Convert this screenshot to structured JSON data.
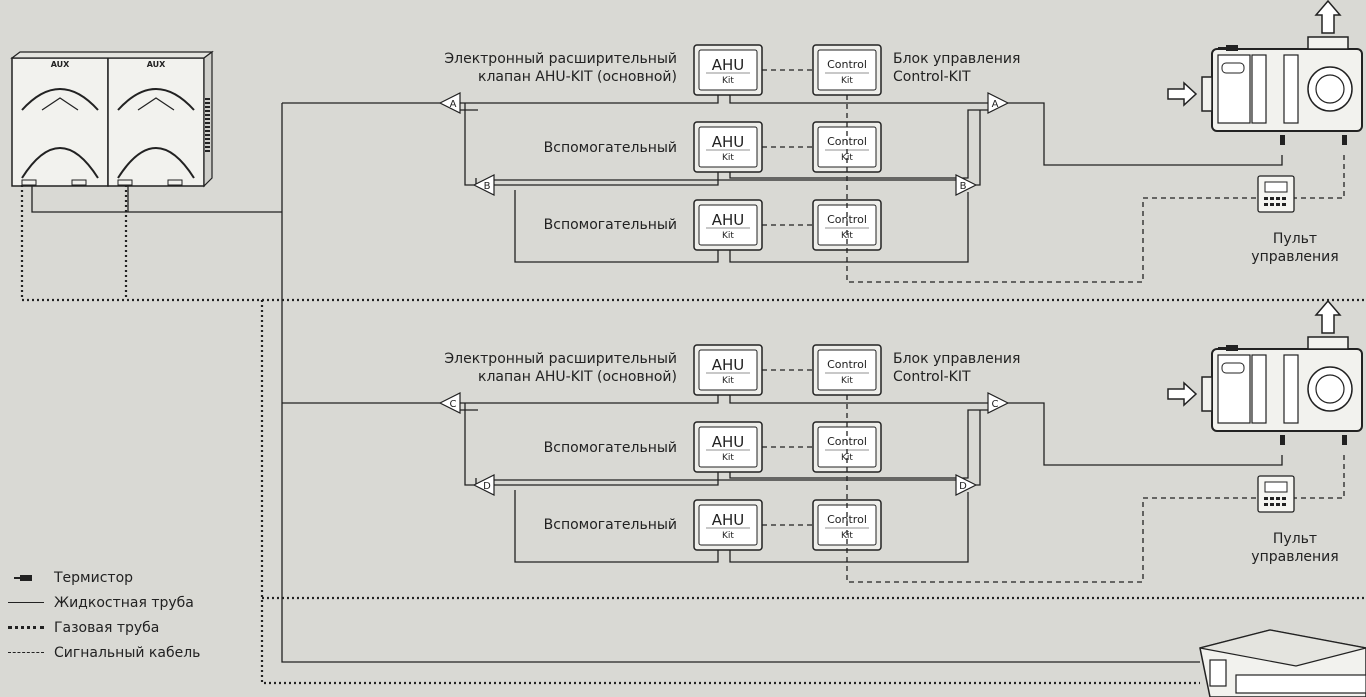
{
  "colors": {
    "background": "#d9d9d4",
    "line": "#222222",
    "box_fill": "#eeeeea"
  },
  "outdoor_unit": {
    "brand": "AUX"
  },
  "kit_box": {
    "ahu_top": "AHU",
    "ahu_bottom": "Kit",
    "control_top": "Control",
    "control_bottom": "Kit"
  },
  "groups": [
    {
      "main_label_line1": "Электронный расширительный",
      "main_label_line2": "клапан AHU-KIT (основной)",
      "control_label_line1": "Блок управления",
      "control_label_line2": "Control-KIT",
      "aux_labels": [
        "Вспомогательный",
        "Вспомогательный"
      ],
      "branch_letters": [
        "A",
        "B"
      ],
      "remote_label_line1": "Пульт",
      "remote_label_line2": "управления"
    },
    {
      "main_label_line1": "Электронный расширительный",
      "main_label_line2": "клапан AHU-KIT (основной)",
      "control_label_line1": "Блок управления",
      "control_label_line2": "Control-KIT",
      "aux_labels": [
        "Вспомогательный",
        "Вспомогательный"
      ],
      "branch_letters": [
        "C",
        "D"
      ],
      "remote_label_line1": "Пульт",
      "remote_label_line2": "управления"
    }
  ],
  "legend": [
    {
      "icon": "thermistor-icon",
      "label": "Термистор"
    },
    {
      "icon": "solid-line-icon",
      "label": "Жидкостная труба"
    },
    {
      "icon": "dotted-line-icon",
      "label": "Газовая труба"
    },
    {
      "icon": "dashed-line-icon",
      "label": "Сигнальный кабель"
    }
  ]
}
